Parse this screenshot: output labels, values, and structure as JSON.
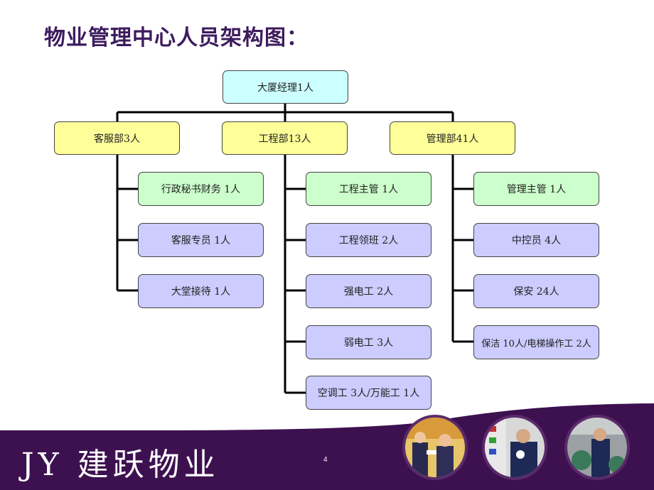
{
  "title": "物业管理中心人员架构图：",
  "top": "大厦经理1人",
  "departments": [
    {
      "name": "客服部3人",
      "members": [
        "行政秘书财务 1人",
        "客服专员 1人",
        "大堂接待 1人"
      ]
    },
    {
      "name": "工程部13人",
      "members": [
        "工程主管 1人",
        "工程领班 2人",
        "强电工 2人",
        "弱电工 3人",
        "空调工 3人/万能工 1人"
      ]
    },
    {
      "name": "管理部41人",
      "members": [
        "管理主管 1人",
        "中控员 4人",
        "保安 24人",
        "保洁 10人/电梯操作工 2人"
      ]
    }
  ],
  "footer": {
    "brand": "JY 建跃物业",
    "page": "4"
  },
  "colors": {
    "top": "#ccffff",
    "dept": "#ffff99",
    "lead": "#ccffcc",
    "staff": "#ccccff",
    "footer": "#3d1150"
  },
  "photos": [
    "reception-staff-photo",
    "technician-panel-photo",
    "engineer-machinery-photo"
  ]
}
